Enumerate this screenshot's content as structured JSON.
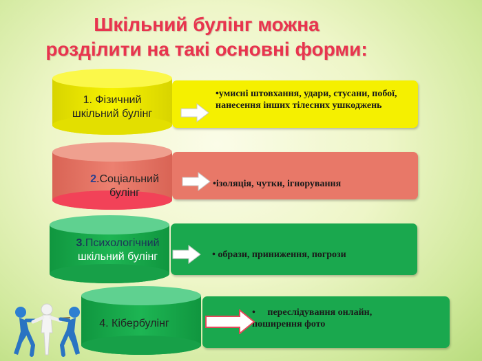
{
  "title": {
    "line1": "Шкільний булінг можна",
    "line2": "розділити на такі основні форми:"
  },
  "colors": {
    "title": "#e8344e",
    "yellow": "#f5f000",
    "red": "#e87868",
    "green": "#1aa84e"
  },
  "forms": [
    {
      "label_num": "1. Фізичний",
      "label_rest": "шкільний булінг",
      "description": "•умисні штовхання, удари, стусани, побої, нанесення інших тілесних ушкоджень"
    },
    {
      "label_num": "2",
      "label_mid": ".Соціальний",
      "label_rest": "булінг",
      "description": "•ізоляція, чутки,  ігнорування"
    },
    {
      "label_num": "3",
      "label_mid": ".Психологічний",
      "label_rest": "шкільний булінг",
      "description": "• образи, приниження, погрози"
    },
    {
      "label_num": "4. Кібербулінг",
      "description": "•     переслідування онлайн, поширення фото"
    }
  ],
  "icons": {
    "arrow": "right-arrow-icon",
    "figures": "tug-of-war-figures"
  }
}
